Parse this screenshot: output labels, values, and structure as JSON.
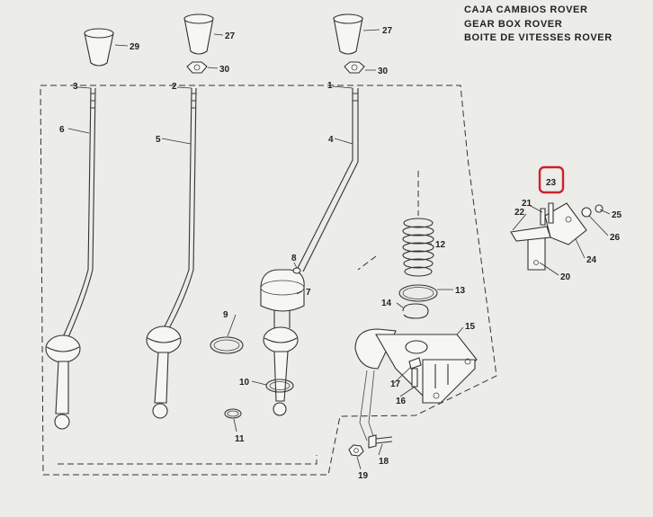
{
  "title": {
    "lines": [
      "CAJA CAMBIOS ROVER",
      "GEAR BOX ROVER",
      "BOITE DE VITESSES ROVER"
    ]
  },
  "callouts": [
    {
      "id": "c29",
      "label": "29"
    },
    {
      "id": "c27a",
      "label": "27"
    },
    {
      "id": "c27b",
      "label": "27"
    },
    {
      "id": "c30a",
      "label": "30"
    },
    {
      "id": "c30b",
      "label": "30"
    },
    {
      "id": "c3",
      "label": "3"
    },
    {
      "id": "c2",
      "label": "2"
    },
    {
      "id": "c1",
      "label": "1"
    },
    {
      "id": "c6",
      "label": "6"
    },
    {
      "id": "c5",
      "label": "5"
    },
    {
      "id": "c4",
      "label": "4"
    },
    {
      "id": "c12",
      "label": "12"
    },
    {
      "id": "c8",
      "label": "8"
    },
    {
      "id": "c7",
      "label": "7"
    },
    {
      "id": "c13",
      "label": "13"
    },
    {
      "id": "c14",
      "label": "14"
    },
    {
      "id": "c9",
      "label": "9"
    },
    {
      "id": "c15",
      "label": "15"
    },
    {
      "id": "c10",
      "label": "10"
    },
    {
      "id": "c17",
      "label": "17"
    },
    {
      "id": "c16",
      "label": "16"
    },
    {
      "id": "c11",
      "label": "11"
    },
    {
      "id": "c18",
      "label": "18"
    },
    {
      "id": "c19",
      "label": "19"
    },
    {
      "id": "c23",
      "label": "23"
    },
    {
      "id": "c21",
      "label": "21"
    },
    {
      "id": "c22",
      "label": "22"
    },
    {
      "id": "c25",
      "label": "25"
    },
    {
      "id": "c26",
      "label": "26"
    },
    {
      "id": "c24",
      "label": "24"
    },
    {
      "id": "c20",
      "label": "20"
    }
  ],
  "highlight": {
    "label": "23",
    "color": "#d0202a"
  }
}
